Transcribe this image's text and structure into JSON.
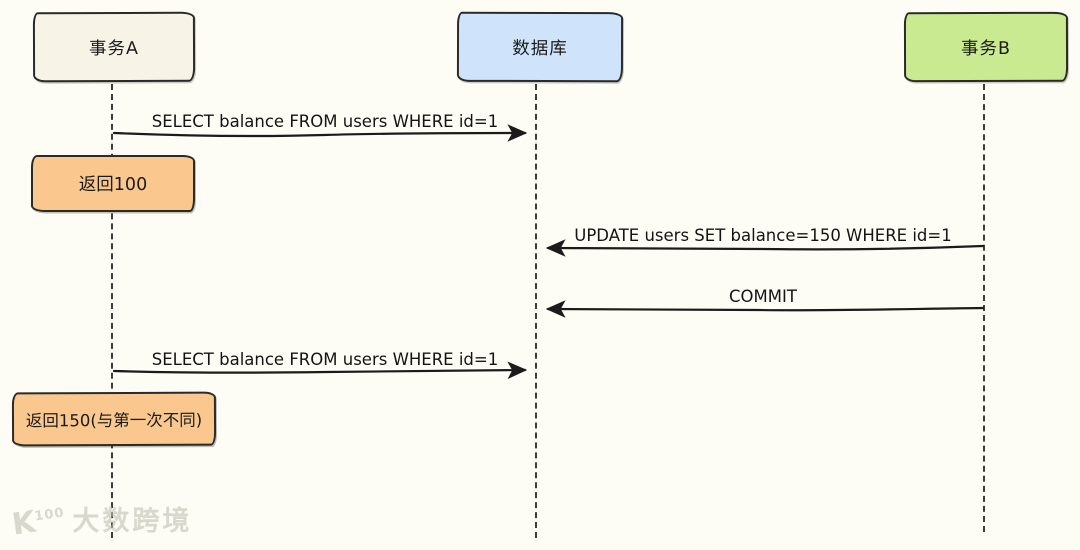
{
  "diagram": {
    "title_hint": "non-repeatable read sequence",
    "actors": [
      {
        "id": "transaction-a",
        "label": "事务A",
        "fill": "#f8f3e7"
      },
      {
        "id": "database",
        "label": "数据库",
        "fill": "#cfe4fb"
      },
      {
        "id": "transaction-b",
        "label": "事务B",
        "fill": "#c9ea91"
      }
    ],
    "messages": [
      {
        "label": "SELECT balance FROM users WHERE id=1",
        "from": "事务A",
        "to": "数据库",
        "direction": "right"
      },
      {
        "label": "UPDATE users SET balance=150 WHERE id=1",
        "from": "事务B",
        "to": "数据库",
        "direction": "left"
      },
      {
        "label": "COMMIT",
        "from": "事务B",
        "to": "数据库",
        "direction": "left"
      },
      {
        "label": "SELECT balance FROM users WHERE id=1",
        "from": "事务A",
        "to": "数据库",
        "direction": "right"
      }
    ],
    "notes": [
      {
        "label": "返回100",
        "on": "事务A",
        "fill": "#fac88e"
      },
      {
        "label": "返回150(与第一次不同)",
        "on": "事务A",
        "fill": "#fac88e"
      }
    ]
  },
  "watermark": {
    "logo_main": "K",
    "logo_sup": "100",
    "brand": "大数跨境"
  },
  "colors": {
    "background": "#fdfdf6",
    "stroke": "#1b1b1b",
    "actor_a_fill": "#f8f3e7",
    "database_fill": "#cfe4fb",
    "actor_b_fill": "#c9ea91",
    "note_fill": "#fac88e"
  }
}
